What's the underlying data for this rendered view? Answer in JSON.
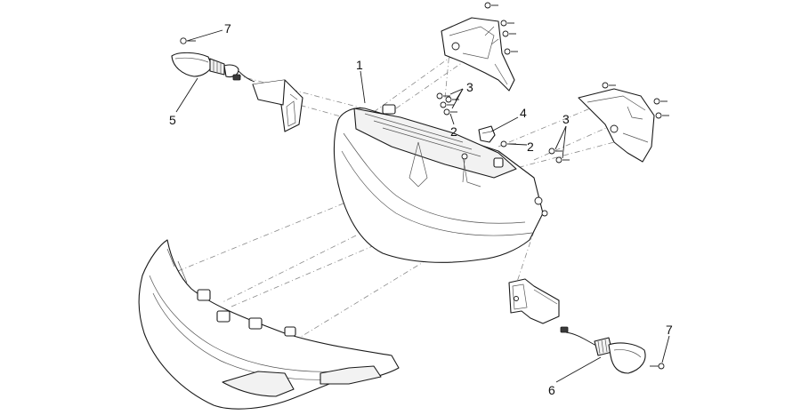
{
  "callouts": {
    "c1": "1",
    "c2a": "2",
    "c2b": "2",
    "c3a": "3",
    "c3b": "3",
    "c4": "4",
    "c5": "5",
    "c6": "6",
    "c7a": "7",
    "c7b": "7"
  },
  "colors": {
    "line": "#1a1a1a",
    "background": "#ffffff"
  }
}
